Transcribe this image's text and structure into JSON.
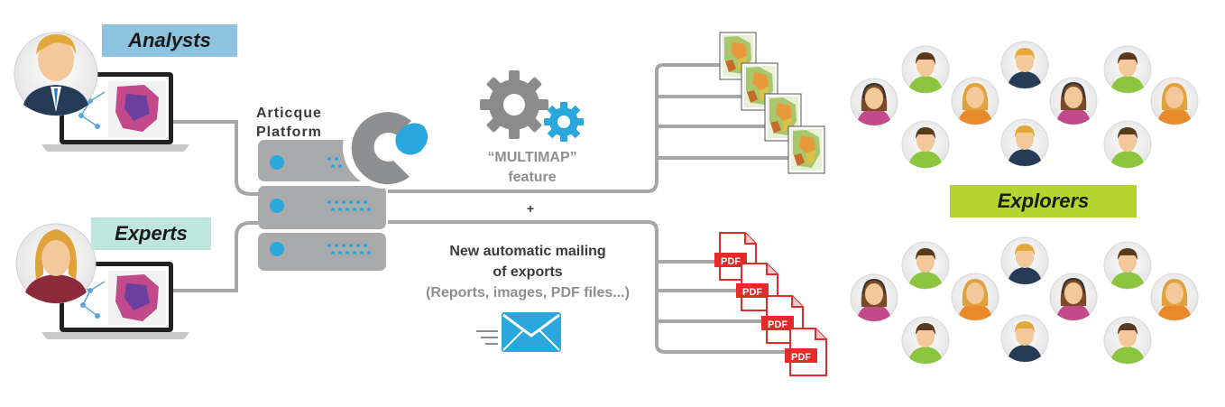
{
  "labels": {
    "analysts": "Analysts",
    "experts": "Experts",
    "explorers": "Explorers"
  },
  "platform": {
    "line1": "Articque",
    "line2": "Platform"
  },
  "multimap": {
    "name": "“MULTIMAP”",
    "suffix": "feature"
  },
  "plus": "+",
  "mailing": {
    "line1": "New automatic mailing",
    "line2": "of exports",
    "line3": "(Reports, images, PDF files...)"
  },
  "pdf_badge": "PDF",
  "colors": {
    "connector": "#a6a6a6",
    "server": "#a9aaac",
    "accent_blue": "#2aa8de",
    "pdf_red": "#e52a2a",
    "gear_gray": "#8b8b8b",
    "explorers_bg": "#b5d430",
    "analysts_bg": "#8ec3df",
    "experts_bg": "#bfe6dc"
  },
  "icons": [
    "analyst-avatar-icon",
    "expert-avatar-icon",
    "laptop-icon",
    "server-icon",
    "platform-logo-icon",
    "gear-icon",
    "map-document-icon",
    "pdf-file-icon",
    "envelope-icon",
    "user-avatar-icon"
  ]
}
